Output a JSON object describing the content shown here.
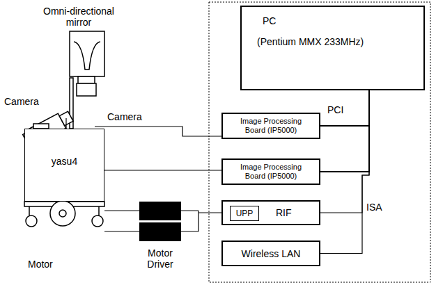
{
  "diagram": {
    "nodes": [
      {
        "text": [
          "yasu4"
        ]
      },
      {
        "text": [
          "PC",
          "(Pentium MMX 233MHz)"
        ]
      },
      {
        "text": [
          "Image Processing Board (IP5000)"
        ]
      },
      {
        "text": [
          "Image Processing Board (IP5000)"
        ]
      },
      {
        "text": [
          "RIF"
        ]
      },
      {
        "text": [
          "UPP"
        ],
        "in": 4
      },
      {
        "text": [
          "Wireless LAN"
        ]
      }
    ],
    "edges": [
      {
        "from": 1,
        "to": 2,
        "arrow": "none",
        "label": "PCI"
      },
      {
        "from": 1,
        "to": 3,
        "arrow": "none"
      },
      {
        "from": 1,
        "to": 4,
        "arrow": "none",
        "label": "ISA"
      },
      {
        "from": 1,
        "to": 6,
        "arrow": "none"
      }
    ],
    "labels": [
      "Omni-directional mirror",
      "Camera",
      "Camera",
      "Motor",
      "Motor Driver"
    ]
  }
}
